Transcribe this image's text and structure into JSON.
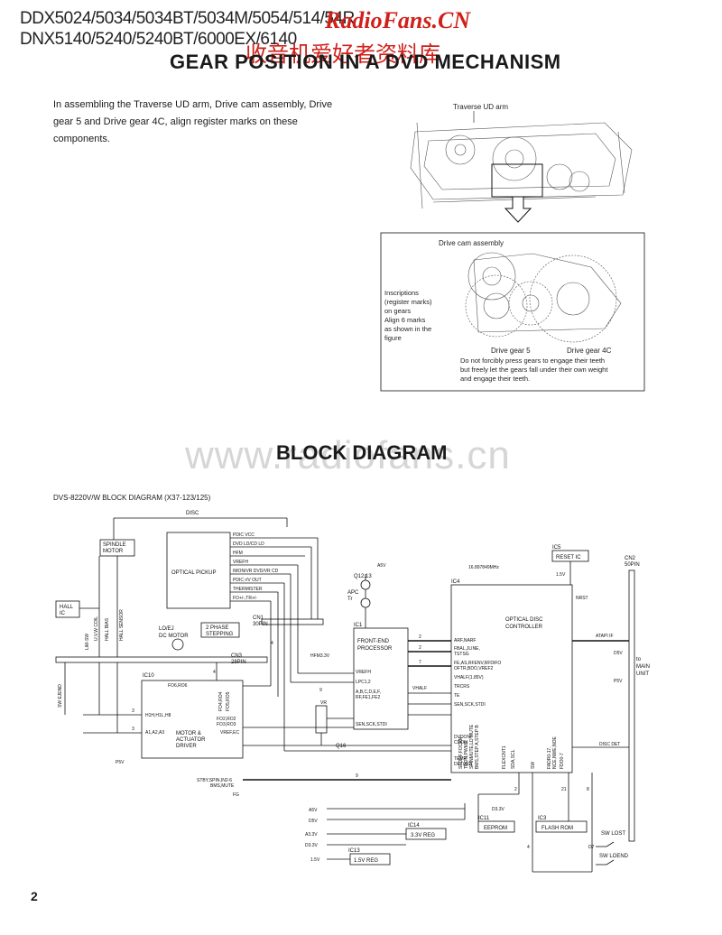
{
  "header": {
    "line1": "DDX5024/5034/5034BT/5034M/5054/514/54R",
    "line2": "DNX5140/5240/5240BT/6000EX/6140"
  },
  "watermark": {
    "site": "RadioFans.CN",
    "cn": "收音机爱好者资料库",
    "web": "www.radiofans.cn"
  },
  "section1": {
    "title": "GEAR POSITION IN A DVD MECHANISM",
    "intro": "In assembling the Traverse UD arm, Drive cam assembly, Drive gear 5 and Drive gear 4C, align register marks on these components.",
    "figure": {
      "traverse_label": "Traverse UD arm",
      "drive_cam_label": "Drive cam assembly",
      "inscriptions": [
        "Inscriptions",
        "(register marks)",
        "on gears",
        "Align 6 marks",
        "as shown in the",
        "figure"
      ],
      "drive_gear_5": "Drive gear 5",
      "drive_gear_4c": "Drive gear 4C",
      "caution": [
        "Do not forcibly press gears to engage their teeth",
        "but freely let the gears fall under their own weight",
        "and engage their teeth."
      ]
    }
  },
  "section2": {
    "title": "BLOCK DIAGRAM",
    "subtitle": "DVS-8220V/W BLOCK DIAGRAM (X37-123/125)"
  },
  "diagram": {
    "disc": "DISC",
    "spindle": [
      "SPINDLE",
      "MOTOR"
    ],
    "optical_pickup": "OPTICAL PICKUP",
    "pickup_signals": [
      "PDIC VCC",
      "DVD LD/CD LD",
      "HFM",
      "VREFH",
      "IMON/VR DVD/VR CD",
      "PDIC r/V OUT",
      "THERMISTER",
      "FO+/-,TR+/-"
    ],
    "hall_ic": [
      "HALL",
      "IC"
    ],
    "vlabels": [
      "LIM-SW",
      "U,V,W COIL",
      "HALL BIAS",
      "HALL SENSOR",
      "SW EJEND"
    ],
    "lo_ej": [
      "LO/EJ",
      "DC MOTOR"
    ],
    "two_phase": [
      "2 PHASE",
      "STEPPING"
    ],
    "cn1": [
      "CN1",
      "30PIN"
    ],
    "cn3": [
      "CN3",
      "28PIN"
    ],
    "apc": [
      "APC",
      "Tr"
    ],
    "q12": "Q12,13",
    "ic1": "IC1",
    "front_end": [
      "FRONT-END",
      "PROCESSOR"
    ],
    "ic1_pins": [
      "VREFH",
      "LPC1,2",
      "A,B,C,D,E,F,",
      "RF,FE1,FE2",
      "SEN,SCK,STDI"
    ],
    "ic4": "IC4",
    "ic4_title": [
      "OPTICAL DISC",
      "CONTROLLER"
    ],
    "ic4_pins": [
      "ARF,NARF",
      "FBAL,JLINE,",
      "TSTSG",
      "FE,AS,RFENV,RFDIFO",
      "OFTR,BDO,VREF2",
      "VHALF(1.85V)",
      "TRCRS",
      "TE",
      "SEN,SCK,STDI",
      "DVDON/",
      "CDON",
      "TEMP",
      "DET(AD)"
    ],
    "ic4_vpins": [
      "SFORF,FOCEN",
      "TRON,PWMS",
      "SPINMUTE,LD MUTE",
      "BMS,STEP A,STEP B",
      "FLEXCNT1",
      "SDA,SCL",
      "SW",
      "FADR0-17,",
      "NCE,NWE,NOE",
      "FDO0-7"
    ],
    "ic10": "IC10",
    "ic10_text": [
      "MOTOR &",
      "ACTUATOR",
      "DRIVER"
    ],
    "ic10_pins": [
      "FO6,RO6",
      "FO4,RO4",
      "FO5,RO5",
      "H1H,H1L,H8",
      "A1,A2,A3",
      "FO2,RO2",
      "FO3,RO3",
      "VREF,EC",
      "STBY,SPIN,IN2-6",
      "BMS,MUTE",
      "FG"
    ],
    "xtal": "16.897849MHz",
    "ic5": "IC5",
    "reset_ic": "RESET IC",
    "cn2": [
      "CN2",
      "50PIN"
    ],
    "atapi": "ATAPI IF",
    "main_unit": [
      "to",
      "MAIN",
      "UNIT"
    ],
    "disc_det": "DISC DET",
    "ic11": "IC11",
    "eeprom": "EEPROM",
    "ic3": "IC3",
    "flash": "FLASH ROM",
    "ic14": "IC14",
    "reg33": "3.3V REG",
    "ic13": "IC13",
    "reg15": "1.5V REG",
    "sw_lost": "SW LOST",
    "sw_loend": "SW LOEND",
    "d7": "D7",
    "q16": "Q16",
    "vr": "VR",
    "nrst": "NRST",
    "hfm_label": "HFM3.3V",
    "supplies": [
      "A5V",
      "D5V",
      "A3.3V",
      "D3.3V",
      "1.5V",
      "P5V",
      "D3.3V",
      "A5V",
      "D5V",
      "P5V",
      "1.5V",
      "VHALF"
    ],
    "bus_counts": [
      "2",
      "2",
      "7",
      "9",
      "3",
      "3",
      "4",
      "9",
      "2",
      "21",
      "8",
      "4",
      "4"
    ]
  },
  "page_number": "2"
}
